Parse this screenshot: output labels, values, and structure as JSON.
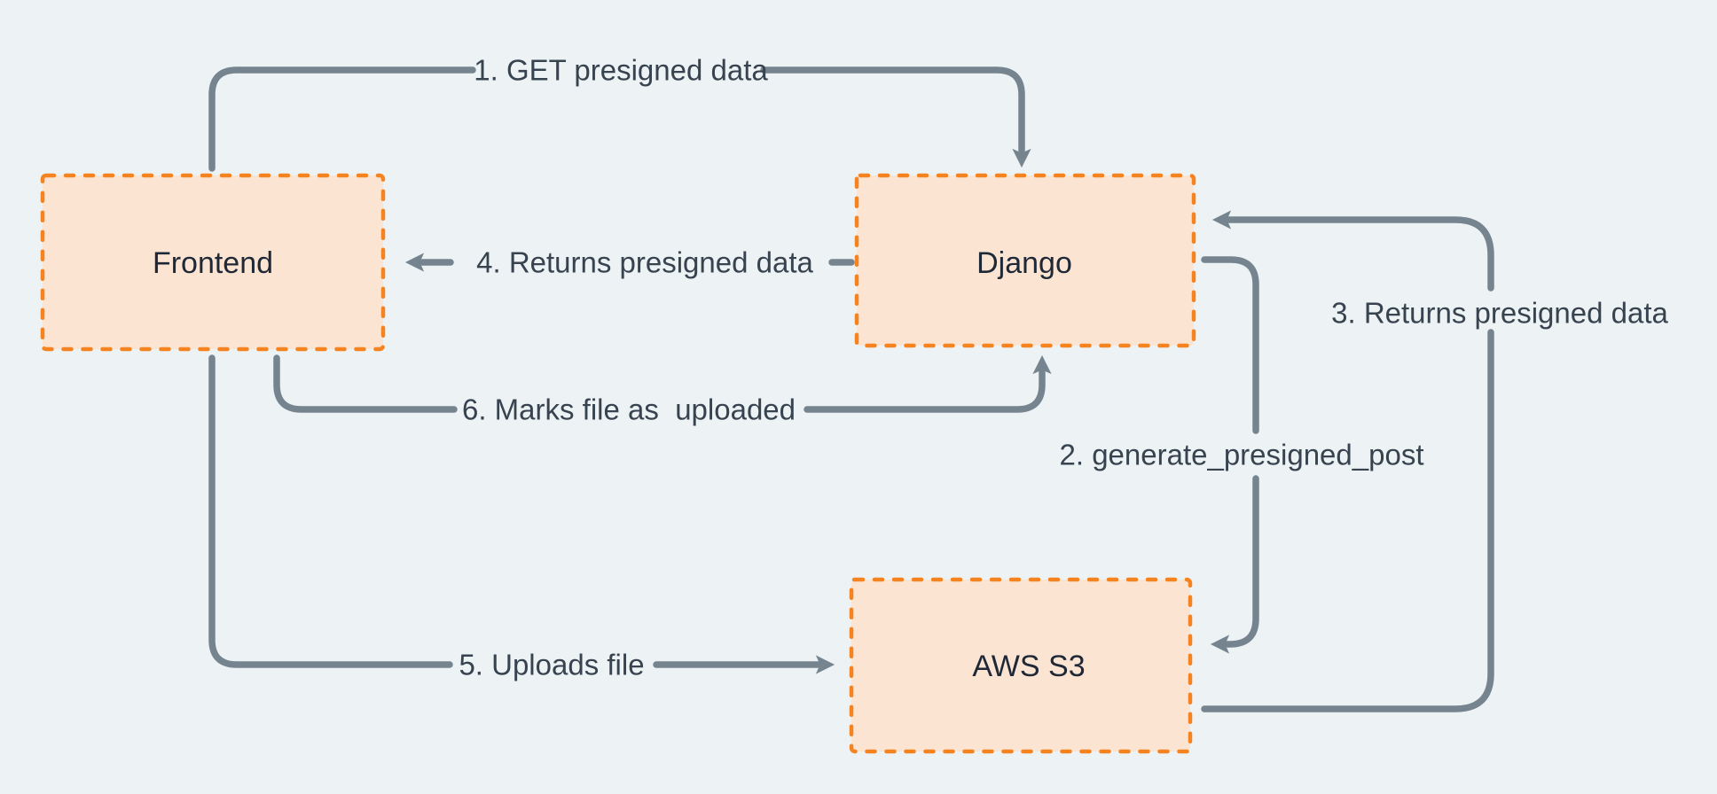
{
  "diagram": {
    "nodes": [
      {
        "id": "frontend",
        "label": "Frontend"
      },
      {
        "id": "django",
        "label": "Django"
      },
      {
        "id": "aws-s3",
        "label": "AWS S3"
      }
    ],
    "flows": [
      {
        "step": 1,
        "label": "1. GET presigned data",
        "from": "Frontend",
        "to": "Django"
      },
      {
        "step": 2,
        "label": "2. generate_presigned_post",
        "from": "Django",
        "to": "AWS S3"
      },
      {
        "step": 3,
        "label": "3. Returns presigned data",
        "from": "AWS S3",
        "to": "Django"
      },
      {
        "step": 4,
        "label": "4. Returns presigned data",
        "from": "Django",
        "to": "Frontend"
      },
      {
        "step": 5,
        "label": "5. Uploads file",
        "from": "Frontend",
        "to": "AWS S3"
      },
      {
        "step": 6,
        "label": "6. Marks file as  uploaded",
        "from": "Frontend",
        "to": "Django"
      }
    ]
  },
  "colors": {
    "background": "#EDF2F5",
    "node-fill": "#FCE4D3",
    "node-border": "#F5831F",
    "connector": "#76848F",
    "flow-text": "#37434F",
    "node-text": "#1E2836"
  }
}
